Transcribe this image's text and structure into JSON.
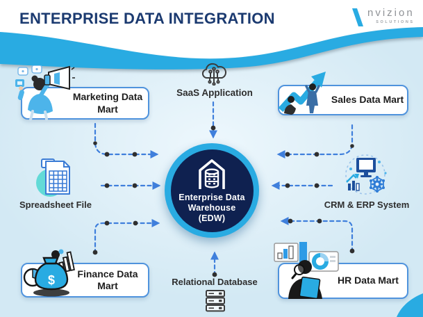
{
  "header": {
    "title": "ENTERPRISE DATA INTEGRATION",
    "logo_name": "nvizion",
    "logo_subtitle": "SOLUTIONS"
  },
  "center": {
    "line1": "Enterprise Data",
    "line2": "Warehouse",
    "line3": "(EDW)"
  },
  "nodes": {
    "marketing": {
      "label": "Marketing Data Mart"
    },
    "saas": {
      "label": "SaaS Application"
    },
    "sales": {
      "label": "Sales Data Mart"
    },
    "spreadsheet": {
      "label": "Spreadsheet File"
    },
    "crm": {
      "label": "CRM & ERP System"
    },
    "finance": {
      "label": "Finance Data Mart"
    },
    "database": {
      "label": "Relational Database"
    },
    "hr": {
      "label": "HR Data Mart"
    }
  },
  "icons": {
    "center": "warehouse-database-icon",
    "marketing": "megaphone-announcer-illustration",
    "saas": "cloud-circuit-icon",
    "sales": "growth-arrow-team-illustration",
    "spreadsheet": "spreadsheet-file-icon",
    "crm": "monitor-gear-chart-icon",
    "finance": "money-bag-illustration",
    "database": "server-stack-icon",
    "hr": "analyst-clipboard-illustration",
    "logo": "nvizion-n-icon"
  },
  "colors": {
    "accent_blue": "#29abe2",
    "connector_blue": "#3f7fdc",
    "navy_circle": "#0f2150",
    "title_navy": "#1b3a70",
    "background": "#d3e9f4",
    "card_border": "#4f93dd",
    "dot_dark": "#2f2f2f"
  }
}
